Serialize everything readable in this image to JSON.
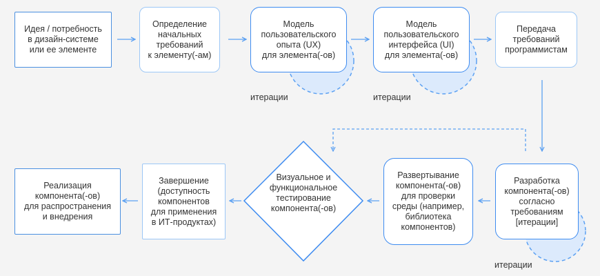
{
  "colors": {
    "accent": "#3d8bf0",
    "light_border": "#9cc7f6",
    "loop_fill": "#dceafc",
    "background": "#f4f4f4"
  },
  "top_row": [
    {
      "text": "Идея / потребность\nв дизайн-системе\nили ее элементе"
    },
    {
      "text": "Определение\nначальных\nтребований\nк элементу(-ам)"
    },
    {
      "text": "Модель\nпользовательского\nопыта (UX)\nдля элемента(-ов)"
    },
    {
      "text": "Модель\nпользовательского\nинтерфейса (UI)\nдля элемента(-ов)"
    },
    {
      "text": "Передача\nтребований\nпрограммистам"
    }
  ],
  "bottom_row": [
    {
      "text": "Разработка\nкомпонента(-ов)\nсогласно\nтребованиям\n[итерации]"
    },
    {
      "text": "Развертывание\nкомпонента(-ов)\nдля проверки\nсреды (например,\nбиблиотека\nкомпонентов)"
    },
    {
      "text": "Визуальное и\nфункциональное\nтестирование\nкомпонента(-ов)"
    },
    {
      "text": "Завершение\n(доступность\nкомпонентов\nдля применения\nв ИТ-продуктах)"
    },
    {
      "text": "Реализация\nкомпонента(-ов)\nдля распространения\nи внедрения"
    }
  ],
  "loops": {
    "ux": "итерации",
    "ui": "итерации",
    "dev": "итерации"
  }
}
